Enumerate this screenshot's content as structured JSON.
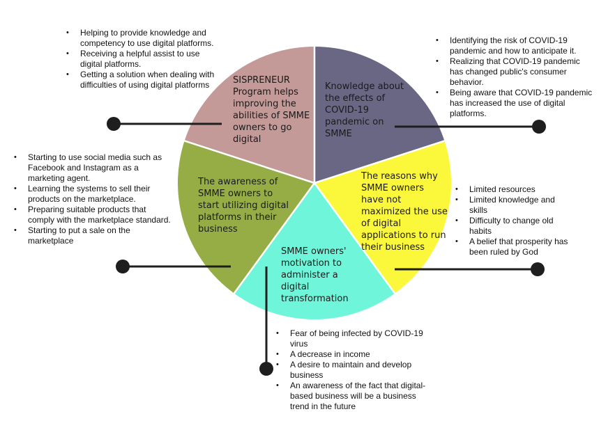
{
  "colors": {
    "background": "#ffffff",
    "connector": "#1e1e1e",
    "divider": "#ffffff",
    "segment_sispreneur": "#c49a99",
    "segment_knowledge": "#6a6785",
    "segment_reasons": "#fbf73b",
    "segment_motivation": "#6ff5d9",
    "segment_awareness": "#96ad46"
  },
  "segments": {
    "sispreneur": {
      "label": [
        "SISPRENEUR",
        "Program helps",
        "improving the",
        "abilities of SMME",
        "owners to go",
        "digital"
      ],
      "bullets": [
        "Helping to provide knowledge and competency to use digital platforms.",
        "Receiving a helpful assist to use digital platforms.",
        "Getting a solution when dealing with difficulties of using digital platforms"
      ]
    },
    "knowledge": {
      "label": [
        "Knowledge about",
        "the effects of",
        "COVID-19",
        "pandemic on",
        "SMME"
      ],
      "bullets": [
        "Identifying the risk of COVID-19 pandemic and how to anticipate it.",
        "Realizing that COVID-19 pandemic has changed public's consumer behavior.",
        "Being aware that COVID-19 pandemic has increased the use of digital platforms."
      ]
    },
    "reasons": {
      "label": [
        "The reasons why",
        "SMME owners",
        "have not",
        "maximized the use",
        "of digital",
        "applications to run",
        "their business"
      ],
      "bullets": [
        "Limited resources",
        "Limited knowledge and skills",
        "Difficulty to change old habits",
        "A belief that prosperity has been ruled by God"
      ]
    },
    "motivation": {
      "label": [
        "SMME owners'",
        "motivation to",
        "administer a",
        "digital",
        "transformation"
      ],
      "bullets": [
        "Fear of being infected by COVID-19 virus",
        "A decrease in income",
        "A desire to maintain and develop business",
        "An awareness of the fact that digital-based business will be a business trend in the future"
      ]
    },
    "awareness": {
      "label": [
        "The awareness of",
        "SMME owners to",
        "start utilizing digital",
        "platforms in their",
        "business"
      ],
      "bullets": [
        "Starting to use social media such as Facebook and Instagram as a marketing agent.",
        "Learning the systems to sell their products on the marketplace.",
        "Preparing suitable products that comply with the marketplace standard.",
        "Starting to put a sale on the marketplace"
      ]
    }
  }
}
